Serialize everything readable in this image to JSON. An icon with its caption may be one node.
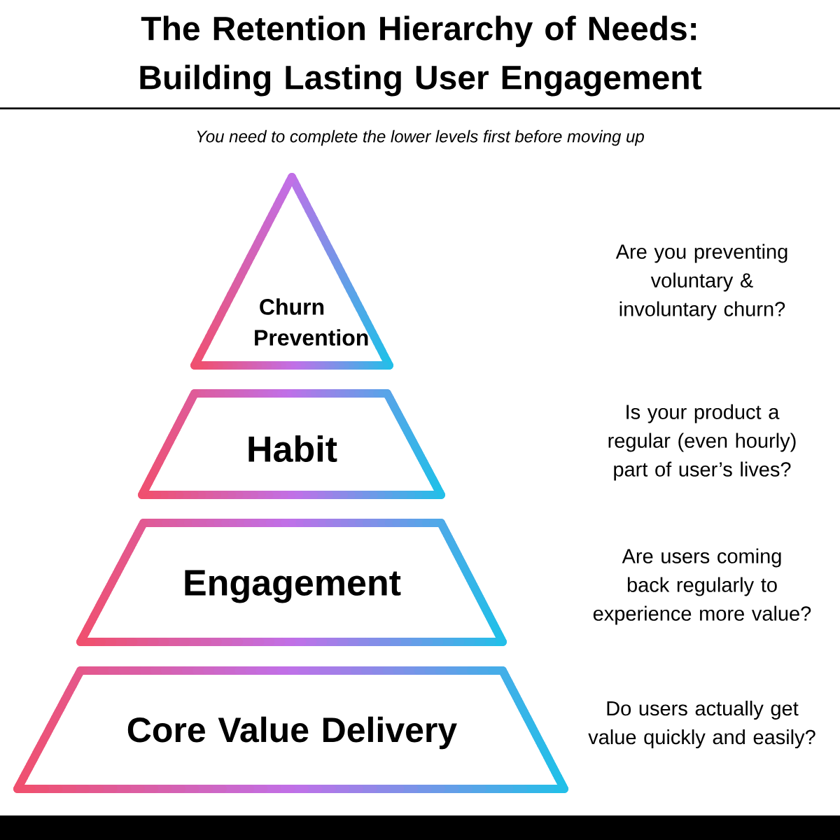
{
  "diagram": {
    "title": "The Retention Hierarchy of Needs: Building Lasting User Engagement",
    "nodes": [
      {
        "text": [
          "Churn Prevention"
        ]
      },
      {
        "text": [
          "Habit"
        ]
      },
      {
        "text": [
          "Engagement"
        ]
      },
      {
        "text": [
          "Core Value Delivery"
        ]
      }
    ],
    "labels": [
      "You need to complete the lower levels first before moving up",
      "Are you preventing voluntary & involuntary churn?",
      "Is your product a regular (even hourly) part of user’s lives?",
      "Are users coming back regularly to experience more value?",
      "Do users actually get value quickly and easily?"
    ]
  }
}
